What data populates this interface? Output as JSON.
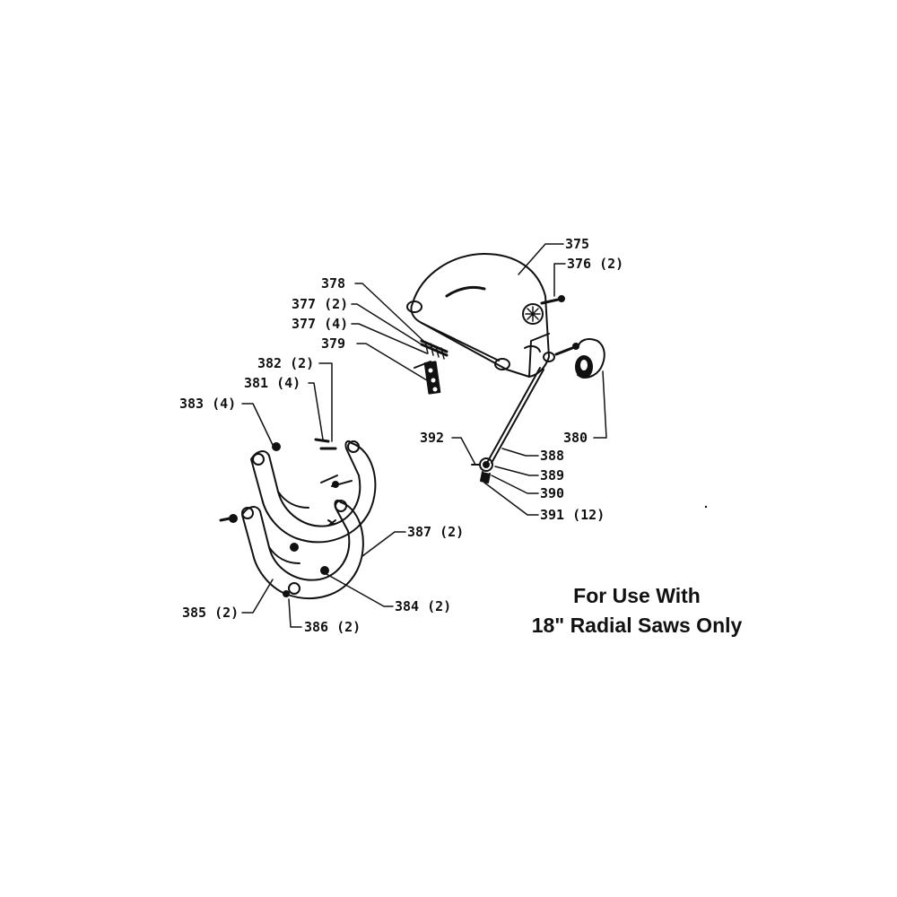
{
  "diagram": {
    "callouts": {
      "p375": "375",
      "p376": "376 (2)",
      "p378": "378",
      "p377a": "377 (2)",
      "p377b": "377 (4)",
      "p379": "379",
      "p382": "382 (2)",
      "p381": "381 (4)",
      "p383": "383 (4)",
      "p380": "380",
      "p392": "392",
      "p388": "388",
      "p389": "389",
      "p390": "390",
      "p391": "391 (12)",
      "p387": "387 (2)",
      "p384": "384 (2)",
      "p385": "385 (2)",
      "p386": "386 (2)"
    },
    "note": {
      "line1": "For Use With",
      "line2": "18\" Radial Saws Only"
    }
  },
  "colors": {
    "ink": "#111111",
    "paper": "#ffffff"
  }
}
